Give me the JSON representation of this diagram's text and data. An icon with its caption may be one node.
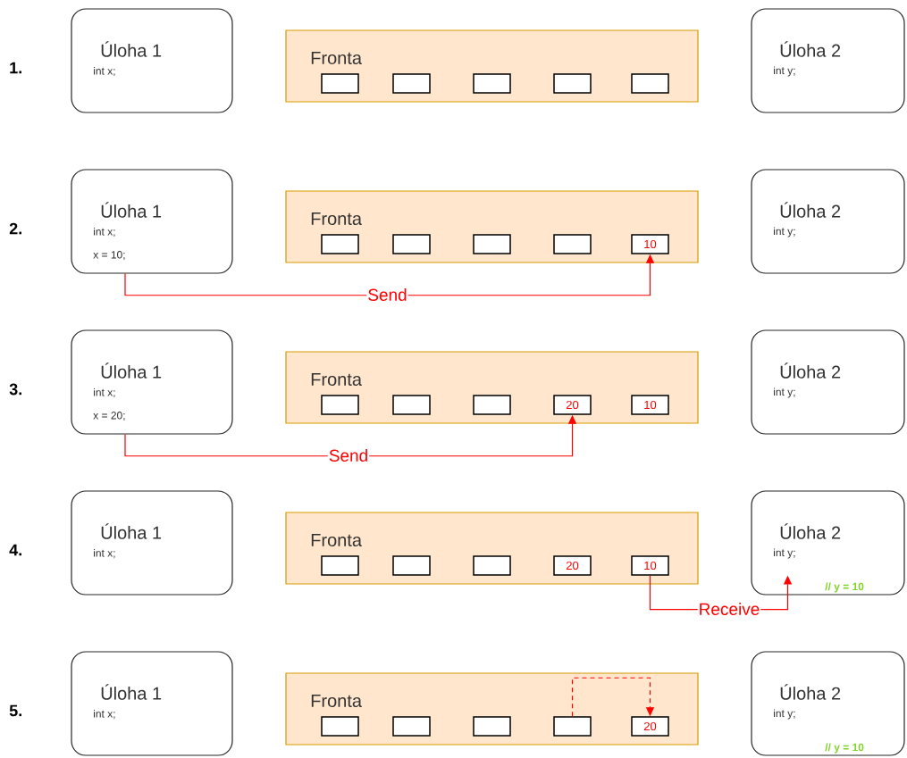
{
  "diagram": {
    "nodes": [
      {
        "text": [
          "Úloha 1",
          "int x;"
        ]
      },
      {
        "text": [
          "Fronta"
        ]
      },
      {
        "text": [],
        "shape": "box",
        "in": 1
      },
      {
        "text": [],
        "shape": "box",
        "in": 1
      },
      {
        "text": [],
        "shape": "box",
        "in": 1
      },
      {
        "text": [],
        "shape": "box",
        "in": 1
      },
      {
        "text": [],
        "shape": "box",
        "in": 1
      },
      {
        "text": [
          "Úloha 2",
          "int y;"
        ]
      },
      {
        "text": [
          "Úloha 1",
          "int x;",
          "x = 10;"
        ]
      },
      {
        "text": [
          "Fronta"
        ]
      },
      {
        "text": [],
        "shape": "box",
        "in": 9
      },
      {
        "text": [],
        "shape": "box",
        "in": 9
      },
      {
        "text": [],
        "shape": "box",
        "in": 9
      },
      {
        "text": [],
        "shape": "box",
        "in": 9
      },
      {
        "text": [
          "10"
        ],
        "in": 9
      },
      {
        "text": [
          "Úloha 2",
          "int y;"
        ]
      },
      {
        "text": [
          "Úloha 1",
          "int x;",
          "x = 20;"
        ]
      },
      {
        "text": [
          "Fronta"
        ]
      },
      {
        "text": [],
        "shape": "box",
        "in": 17
      },
      {
        "text": [],
        "shape": "box",
        "in": 17
      },
      {
        "text": [],
        "shape": "box",
        "in": 17
      },
      {
        "text": [
          "20"
        ],
        "in": 17
      },
      {
        "text": [
          "10"
        ],
        "in": 17
      },
      {
        "text": [
          "Úloha 2",
          "int y;"
        ]
      },
      {
        "text": [
          "Úloha 1",
          "int x;"
        ]
      },
      {
        "text": [
          "Fronta"
        ]
      },
      {
        "text": [],
        "shape": "box",
        "in": 25
      },
      {
        "text": [],
        "shape": "box",
        "in": 25
      },
      {
        "text": [],
        "shape": "box",
        "in": 25
      },
      {
        "text": [
          "20"
        ],
        "in": 25
      },
      {
        "text": [
          "10"
        ],
        "in": 25
      },
      {
        "text": [
          "Úloha 2",
          "int y;",
          "// y = 10"
        ]
      },
      {
        "text": [
          "Úloha 1",
          "int x;"
        ]
      },
      {
        "text": [
          "Fronta"
        ]
      },
      {
        "text": [],
        "shape": "box",
        "in": 33
      },
      {
        "text": [],
        "shape": "box",
        "in": 33
      },
      {
        "text": [],
        "shape": "box",
        "in": 33
      },
      {
        "text": [],
        "shape": "box",
        "in": 33
      },
      {
        "text": [
          "20"
        ],
        "in": 33
      },
      {
        "text": [
          "Úloha 2",
          "int y;",
          "// y = 10"
        ]
      }
    ],
    "edges": [
      {
        "from": 8,
        "to": 14,
        "arrow": "to",
        "label": "Send"
      },
      {
        "from": 16,
        "to": 21,
        "arrow": "to",
        "label": "Send"
      },
      {
        "from": 30,
        "to": 31,
        "arrow": "to",
        "label": "Receive"
      },
      {
        "from": 37,
        "to": 38,
        "arrow": "to",
        "style": "dashed"
      }
    ],
    "labels": [
      "1.",
      "2.",
      "3.",
      "4.",
      "5."
    ]
  }
}
